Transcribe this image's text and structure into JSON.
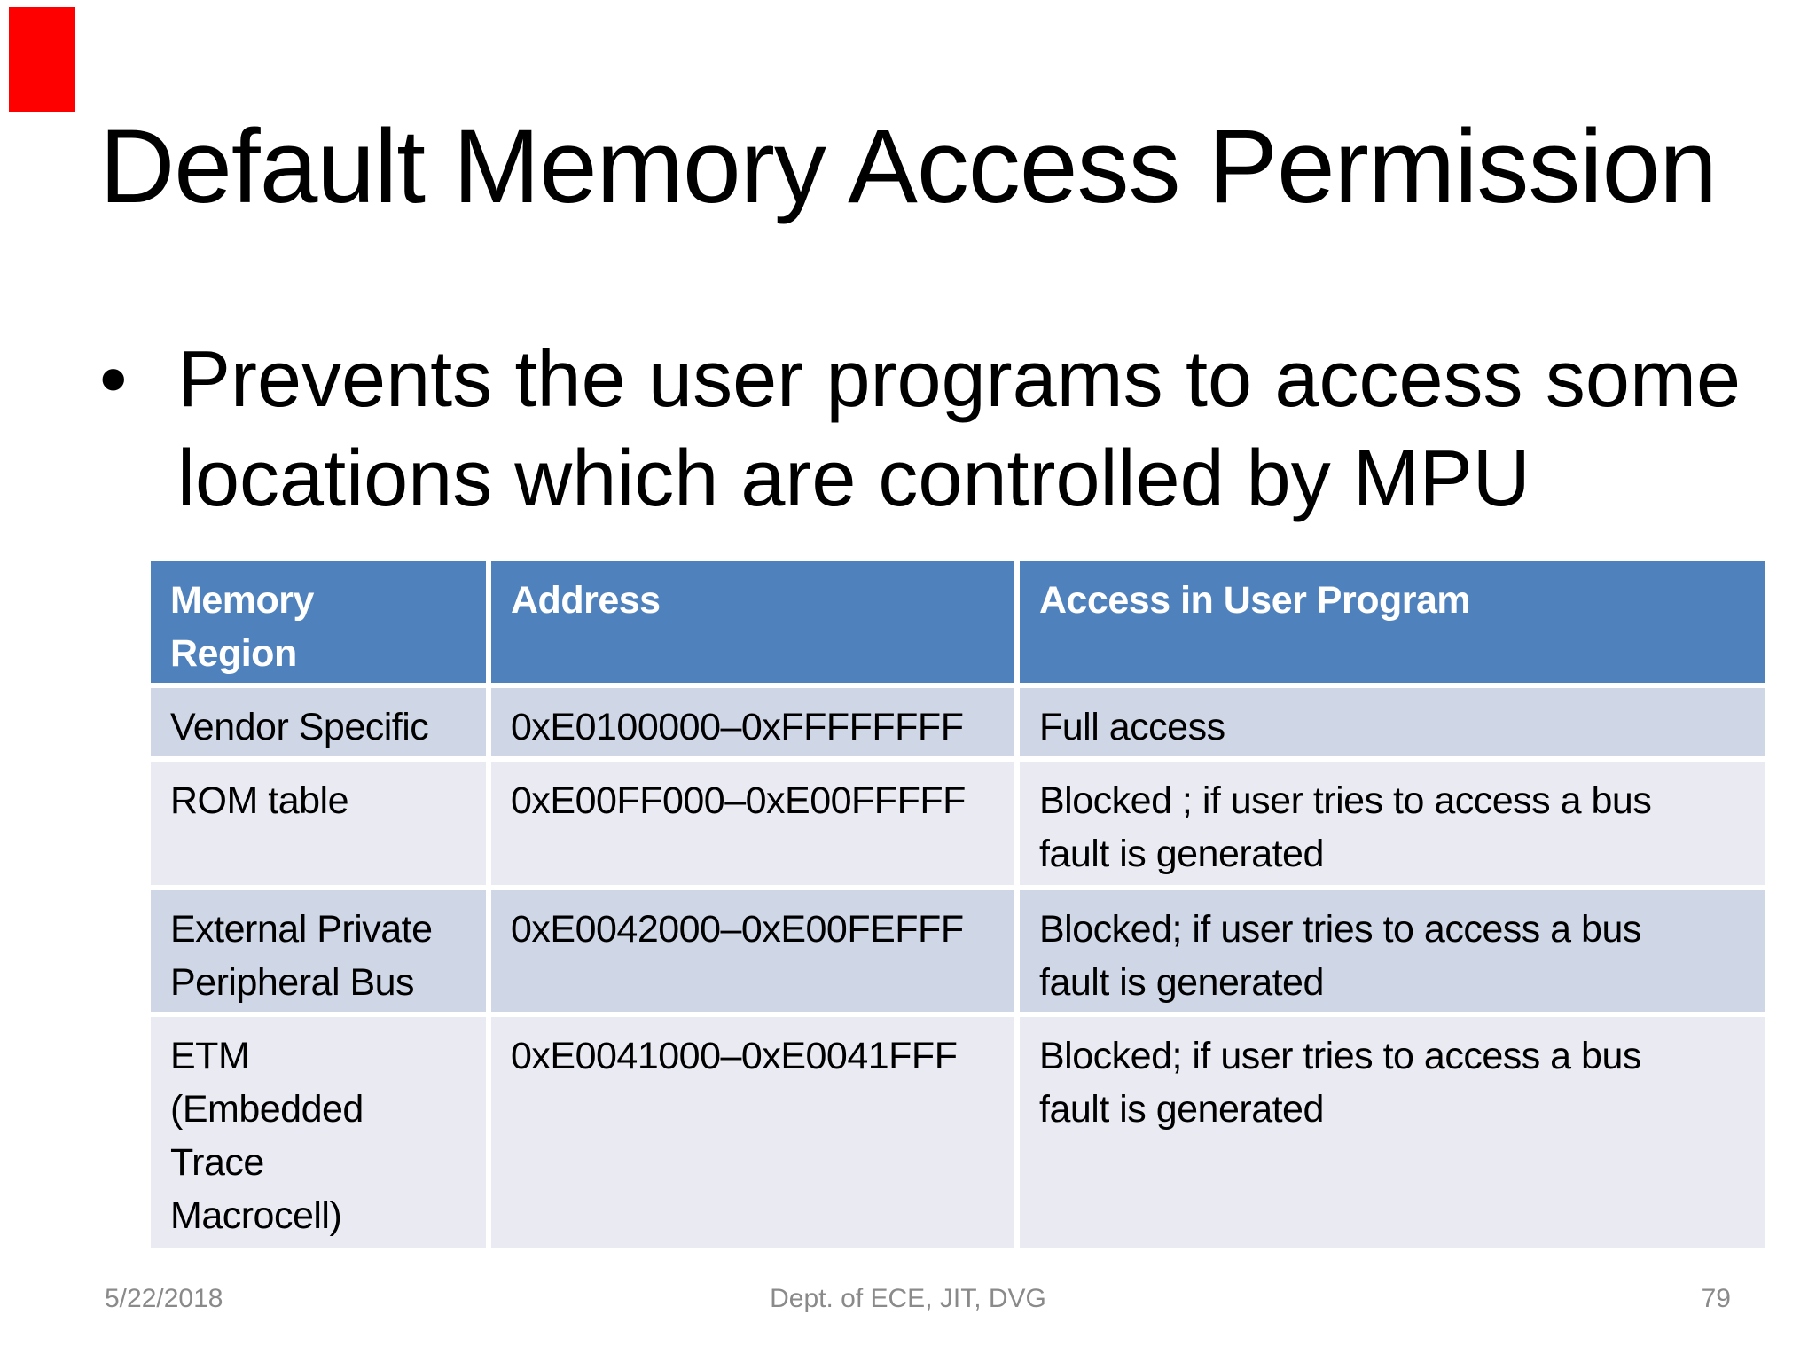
{
  "slide": {
    "title": "Default Memory Access Permission",
    "bullet": {
      "marker": "•",
      "line1": "Prevents the user programs to access some",
      "line2": "locations which are controlled by MPU"
    },
    "table": {
      "headers": [
        "Memory\nRegion",
        "Address",
        "Access in User Program"
      ],
      "rows": [
        [
          "Vendor Specific",
          "0xE0100000–0xFFFFFFFF",
          "Full access"
        ],
        [
          "ROM table",
          "0xE00FF000–0xE00FFFFF",
          "Blocked ; if user tries to access a bus\nfault is generated"
        ],
        [
          "External Private\nPeripheral Bus",
          "0xE0042000–0xE00FEFFF",
          "Blocked; if user tries to access a bus\nfault is generated"
        ],
        [
          "ETM\n(Embedded\nTrace\nMacrocell)",
          "0xE0041000–0xE0041FFF",
          "Blocked; if user tries to access a bus\nfault is generated"
        ]
      ]
    },
    "footer": {
      "date": "5/22/2018",
      "department": "Dept. of ECE, JIT, DVG",
      "page_number": "79"
    },
    "colors": {
      "accent_red": "#FE0000",
      "table_header_bg": "#4F81BD",
      "table_header_text": "#FFFFFF",
      "table_row_band_dark": "#CFD7E7",
      "table_row_band_light": "#E9EAF2",
      "body_text": "#000000",
      "footer_text": "#8A8A8A"
    }
  }
}
